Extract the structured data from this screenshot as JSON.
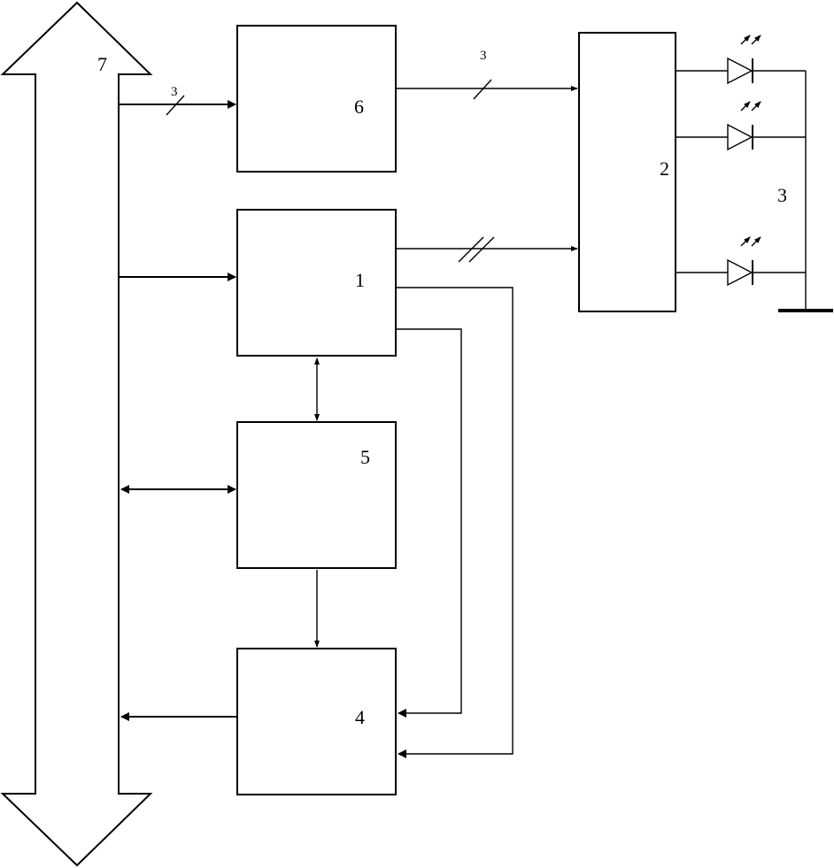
{
  "diagram": {
    "bus_label": "7",
    "blocks": {
      "b6": "6",
      "b1": "1",
      "b5": "5",
      "b4": "4",
      "b2": "2"
    },
    "led_group_label": "3",
    "wire_labels": {
      "bus_to_6": "3",
      "b6_to_2": "3"
    }
  }
}
